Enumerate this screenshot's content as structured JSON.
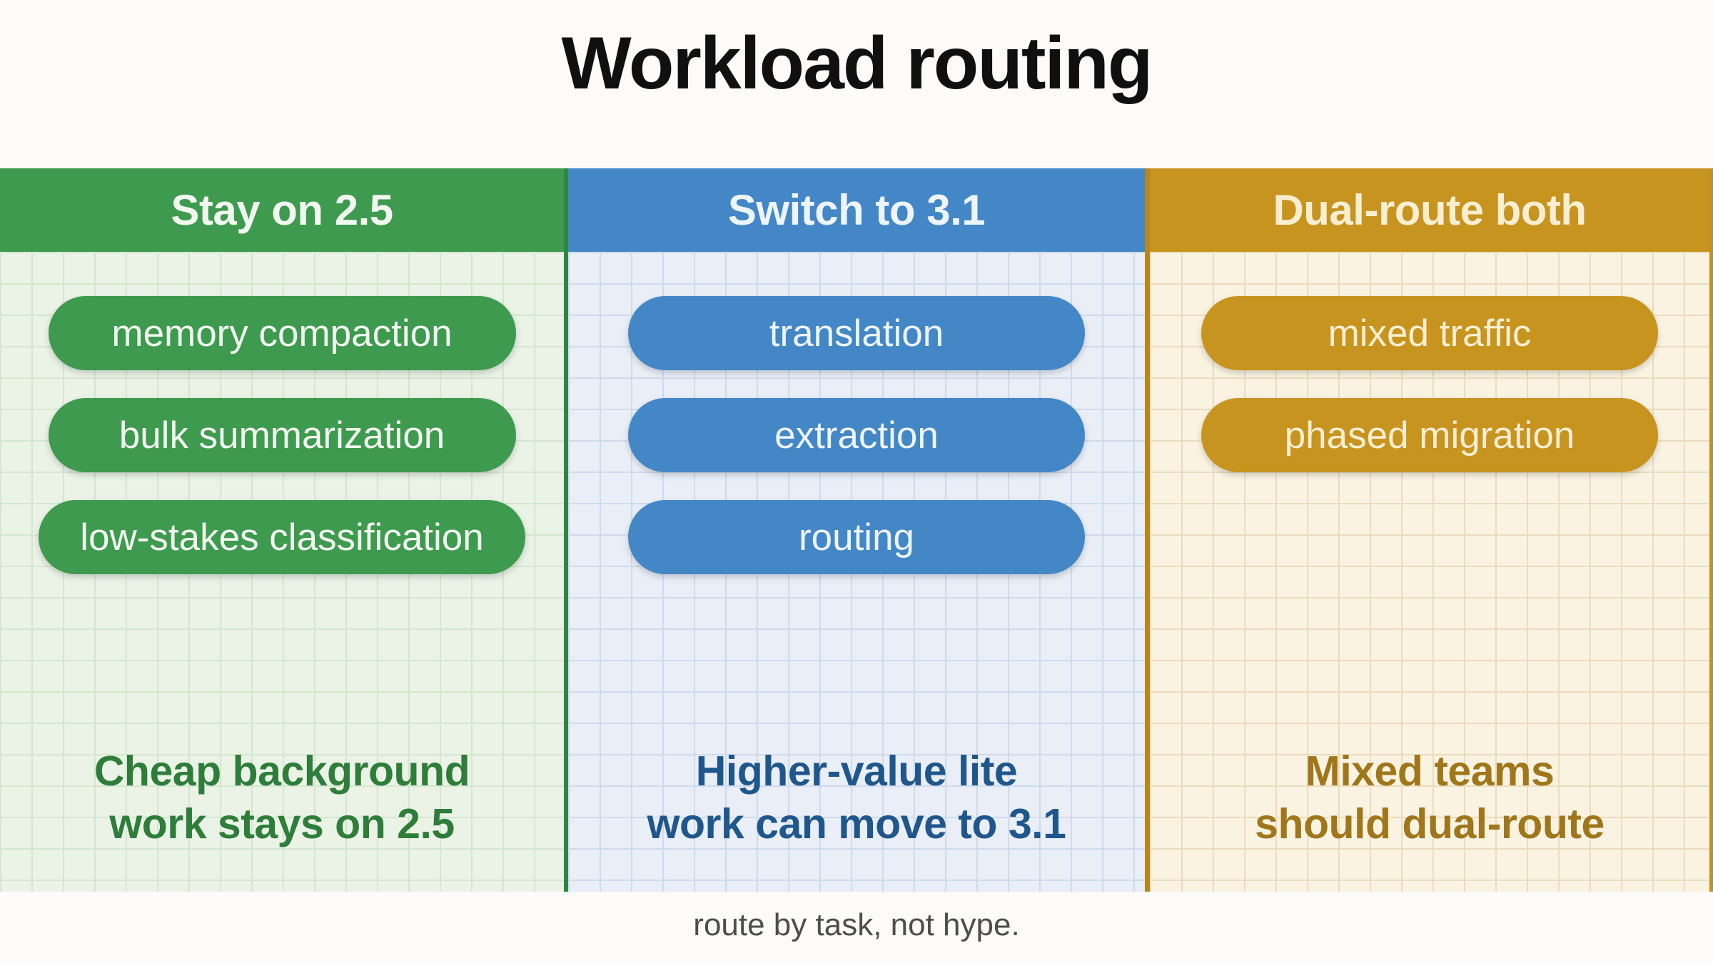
{
  "title": "Workload routing",
  "caption": "route by task, not hype.",
  "columns": [
    {
      "header": "Stay on 2.5",
      "pills": [
        "memory compaction",
        "bulk summarization",
        "low-stakes classification"
      ],
      "footer": [
        "Cheap background",
        "work stays on 2.5"
      ],
      "colors": {
        "accent": "#3E9A4F",
        "text_on_accent": "#F1F8EF",
        "panel_bg": "#EAF3E6",
        "grid_line": "#D4E6D0",
        "footer_text": "#2E7D3A",
        "divider": "#2F8542"
      }
    },
    {
      "header": "Switch to 3.1",
      "pills": [
        "translation",
        "extraction",
        "routing"
      ],
      "footer": [
        "Higher-value lite",
        "work can move to 3.1"
      ],
      "colors": {
        "accent": "#4387C7",
        "text_on_accent": "#EDF4FB",
        "panel_bg": "#E9EEF7",
        "grid_line": "#CFDAED",
        "footer_text": "#1F578C",
        "divider": "#B8871C"
      }
    },
    {
      "header": "Dual-route both",
      "pills": [
        "mixed traffic",
        "phased migration"
      ],
      "footer": [
        "Mixed teams",
        "should dual-route"
      ],
      "colors": {
        "accent": "#C7941F",
        "text_on_accent": "#F9EED1",
        "panel_bg": "#FAF3E2",
        "grid_line": "#EBDCBC",
        "footer_text": "#A0761B",
        "divider": "#C09125"
      }
    }
  ]
}
